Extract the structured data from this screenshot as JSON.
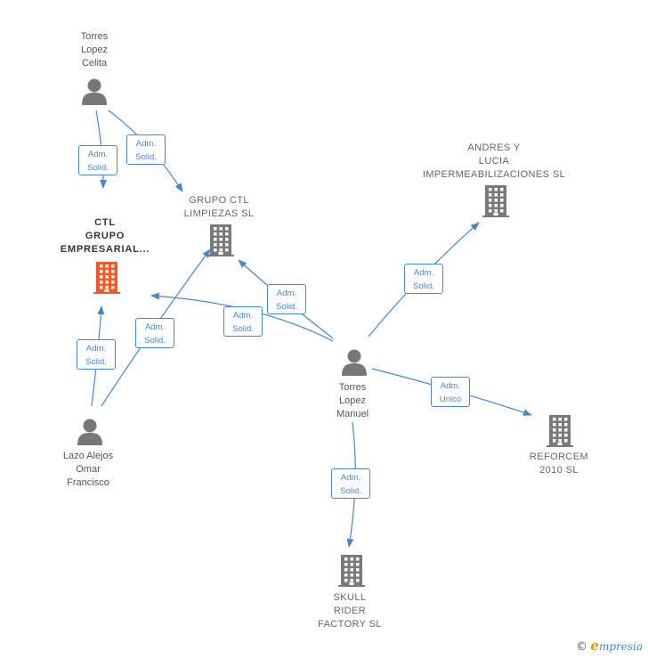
{
  "colors": {
    "edge": "#4a86c8",
    "person": "#777777",
    "company": "#7a7a7a",
    "focus_company": "#f05a28"
  },
  "nodes": [
    {
      "id": "torres_lopez_celita",
      "kind": "person",
      "lines": [
        "Torres",
        "Lopez",
        "Celita"
      ]
    },
    {
      "id": "ctl_grupo",
      "kind": "focus",
      "lines": [
        "CTL",
        "GRUPO",
        "EMPRESARIAL..."
      ]
    },
    {
      "id": "grupo_ctl_limpiezas",
      "kind": "company",
      "lines": [
        "GRUPO CTL",
        "LIMPIEZAS  SL"
      ]
    },
    {
      "id": "andres_y_lucia",
      "kind": "company",
      "lines": [
        "ANDRES Y",
        "LUCIA",
        "IMPERMEABILIZACIONES SL"
      ]
    },
    {
      "id": "torres_lopez_manuel",
      "kind": "person",
      "lines": [
        "Torres",
        "Lopez",
        "Manuel"
      ]
    },
    {
      "id": "lazo_alejos",
      "kind": "person",
      "lines": [
        "Lazo Alejos",
        "Omar",
        "Francisco"
      ]
    },
    {
      "id": "reforcem",
      "kind": "company",
      "lines": [
        "REFORCEM",
        "2010  SL"
      ]
    },
    {
      "id": "skull_rider",
      "kind": "company",
      "lines": [
        "SKULL",
        "RIDER",
        "FACTORY  SL"
      ]
    }
  ],
  "edges": [
    {
      "from": "torres_lopez_celita",
      "to": "ctl_grupo",
      "lines": [
        "Adm.",
        "Solid."
      ]
    },
    {
      "from": "torres_lopez_celita",
      "to": "grupo_ctl_limpiezas",
      "lines": [
        "Adm.",
        "Solid."
      ]
    },
    {
      "from": "lazo_alejos",
      "to": "ctl_grupo",
      "lines": [
        "Adm.",
        "Solid."
      ]
    },
    {
      "from": "lazo_alejos",
      "to": "grupo_ctl_limpiezas",
      "lines": [
        "Adm.",
        "Solid."
      ]
    },
    {
      "from": "torres_lopez_manuel",
      "to": "grupo_ctl_limpiezas",
      "lines": [
        "Adm.",
        "Solid."
      ]
    },
    {
      "from": "torres_lopez_manuel",
      "to": "ctl_grupo",
      "lines": [
        "Adm.",
        "Solid."
      ]
    },
    {
      "from": "torres_lopez_manuel",
      "to": "andres_y_lucia",
      "lines": [
        "Adm.",
        "Solid."
      ]
    },
    {
      "from": "torres_lopez_manuel",
      "to": "reforcem",
      "lines": [
        "Adm.",
        "Unico"
      ]
    },
    {
      "from": "torres_lopez_manuel",
      "to": "skull_rider",
      "lines": [
        "Adm.",
        "Solid."
      ]
    }
  ],
  "footer": {
    "copyright": "©",
    "brand_initial": "e",
    "brand_rest": "mpresia"
  }
}
